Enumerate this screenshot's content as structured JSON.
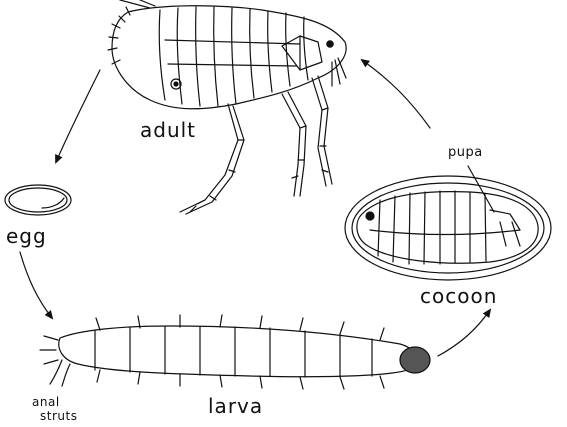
{
  "diagram": {
    "stages": {
      "adult": "adult",
      "egg": "egg",
      "larva": "larva",
      "cocoon": "cocoon",
      "pupa": "pupa",
      "anal_struts": [
        "anal",
        "struts"
      ]
    },
    "colors": {
      "ink": "#111111",
      "background": "#ffffff"
    },
    "cycle_order": [
      "adult",
      "egg",
      "larva",
      "cocoon"
    ]
  }
}
